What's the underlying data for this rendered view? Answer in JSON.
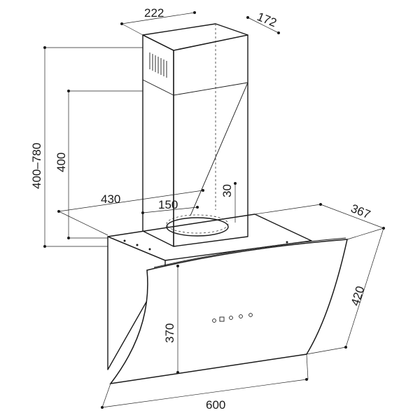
{
  "dimensions": {
    "chimney_width": "222",
    "chimney_depth": "172",
    "total_height": "400–780",
    "chimney_height": "400",
    "hood_depth_top": "430",
    "outlet_diameter": "150",
    "outlet_offset": "30",
    "hood_depth": "367",
    "glass_height": "420",
    "front_height": "370",
    "hood_width": "600"
  },
  "controls": {
    "button_count": 5
  }
}
